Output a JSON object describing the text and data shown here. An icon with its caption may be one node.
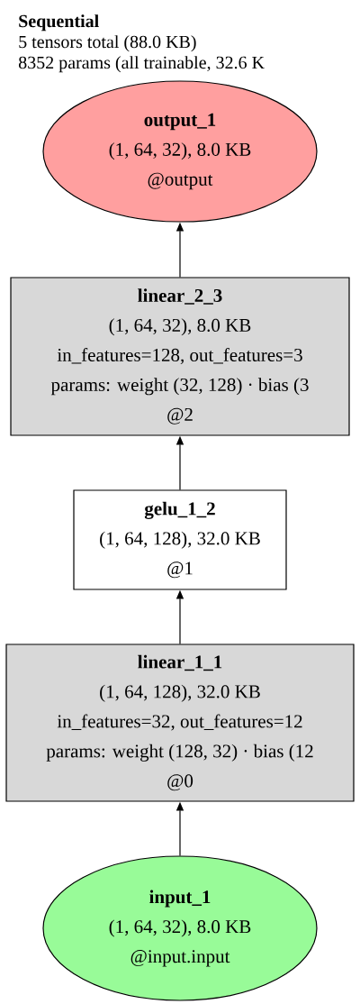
{
  "diagram": {
    "title": "Sequential",
    "nodes": [
      {
        "text": [
          "output_1",
          "(1, 64, 32), 8.0 KB",
          "@output"
        ]
      },
      {
        "text": [
          "linear_2_3",
          "(1, 64, 32), 8.0 KB",
          "in_features=128, out_features=3",
          "params: weight (32, 128) · bias (3",
          "@2"
        ]
      },
      {
        "text": [
          "gelu_1_2",
          "(1, 64, 128), 32.0 KB",
          "@1"
        ]
      },
      {
        "text": [
          "linear_1_1",
          "(1, 64, 128), 32.0 KB",
          "in_features=32, out_features=12",
          "params: weight (128, 32) · bias (12",
          "@0"
        ]
      },
      {
        "text": [
          "input_1",
          "(1, 64, 32), 8.0 KB",
          "@input.input"
        ]
      }
    ],
    "edges": [
      {
        "from": 4,
        "to": 3,
        "arrow": "to"
      },
      {
        "from": 3,
        "to": 2,
        "arrow": "to"
      },
      {
        "from": 2,
        "to": 1,
        "arrow": "to"
      },
      {
        "from": 1,
        "to": 0,
        "arrow": "to"
      }
    ],
    "labels": [
      "5 tensors total (88.0 KB)",
      "8352 params (all trainable, 32.6 K"
    ]
  }
}
